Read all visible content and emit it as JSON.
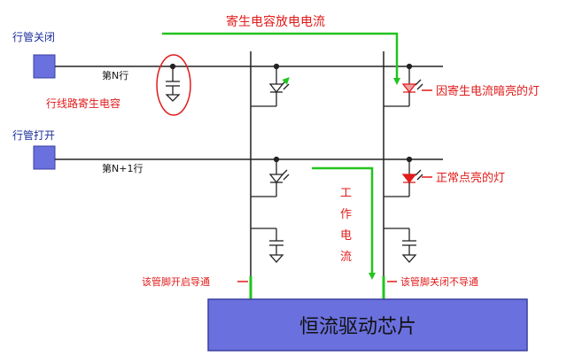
{
  "labels": {
    "top_annotation": "寄生电容放电电流",
    "row_switch_off": "行管关闭",
    "row_switch_on": "行管打开",
    "row_n": "第N行",
    "row_n_plus_1": "第N+1行",
    "row_parasitic_cap": "行线路寄生电容",
    "dim_led": "因寄生电流暗亮的灯",
    "normal_led": "正常点亮的灯",
    "working_current_chars": [
      "工",
      "作",
      "电",
      "流"
    ],
    "pin_on": "该管脚开启导通",
    "pin_off": "该管脚关闭不导通",
    "chip": "恒流驱动芯片"
  },
  "colors": {
    "green": "#22c41e",
    "red": "#e21b1b",
    "blue_label": "#1c2f9a",
    "chip_fill": "#6a70dd",
    "switch_fill": "#6a70dd",
    "wire": "#222222"
  }
}
